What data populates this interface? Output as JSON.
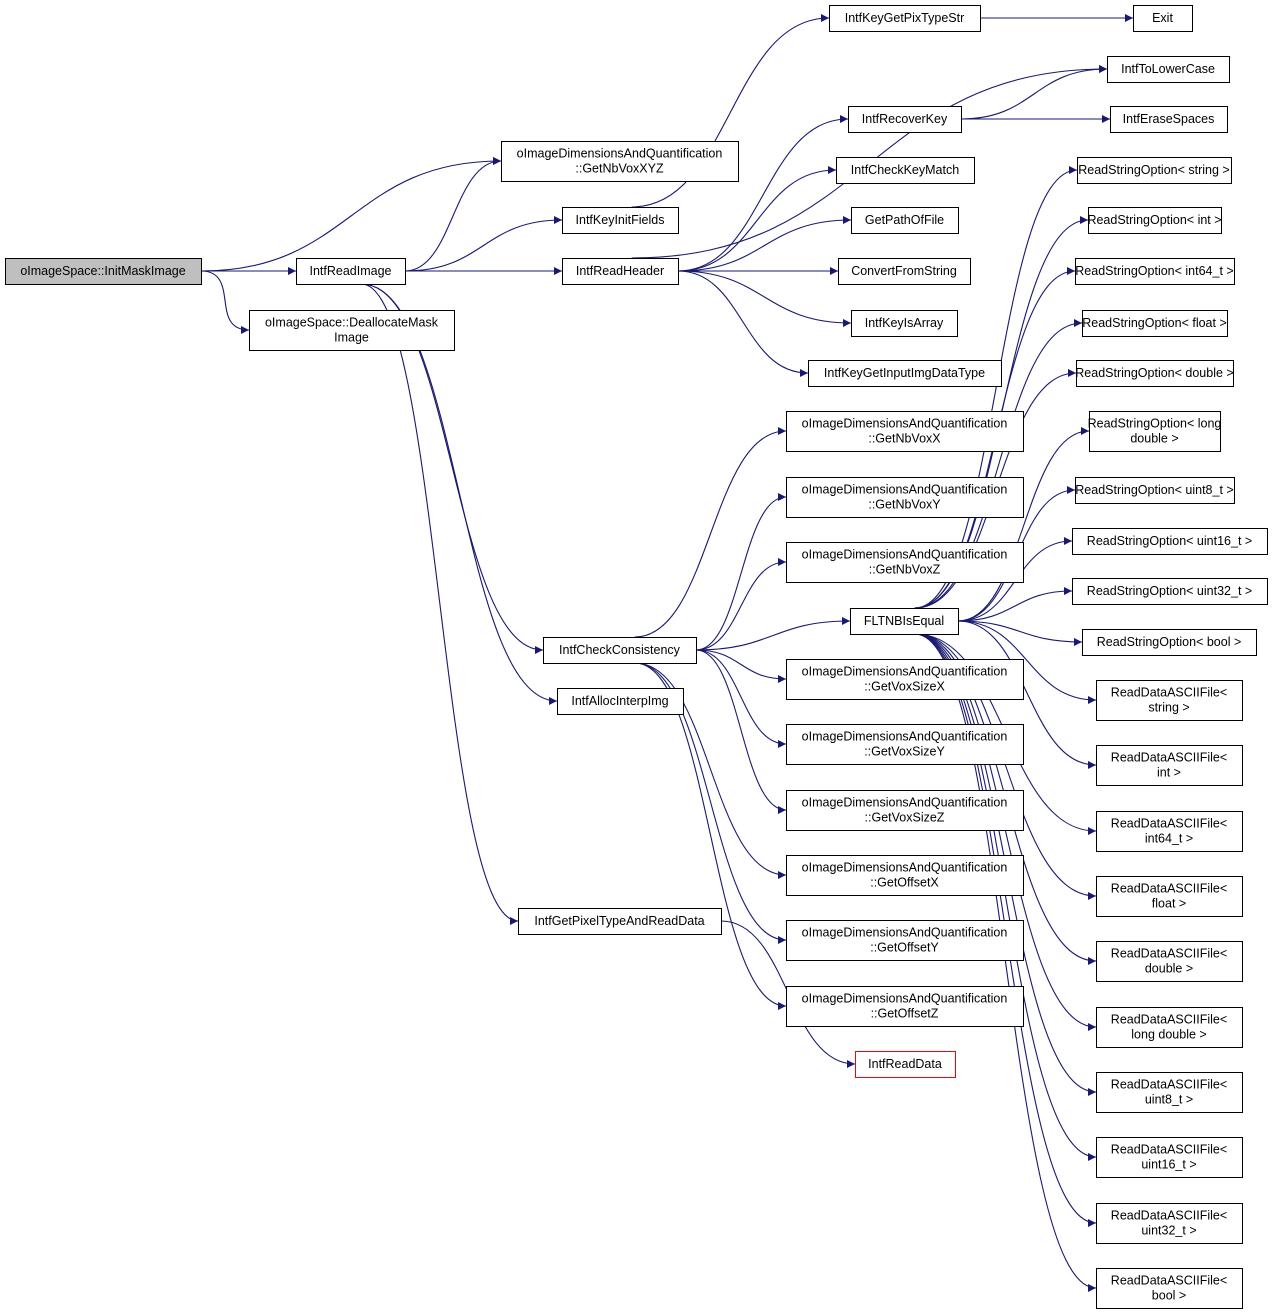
{
  "colors": {
    "edge": "#191970",
    "node_border": "#000000",
    "node_fill": "#ffffff",
    "root_fill": "#bfbfbf",
    "truncated_border": "#ff0000"
  },
  "nodes": [
    {
      "id": "initmask",
      "lines": [
        "oImageSpace::InitMaskImage"
      ],
      "style": "root"
    },
    {
      "id": "dealloc",
      "lines": [
        "oImageSpace::DeallocateMask",
        "Image"
      ]
    },
    {
      "id": "readimage",
      "lines": [
        "IntfReadImage"
      ]
    },
    {
      "id": "getnbvoxxyz",
      "lines": [
        "oImageDimensionsAndQuantification",
        "::GetNbVoxXYZ"
      ]
    },
    {
      "id": "keyinitfields",
      "lines": [
        "IntfKeyInitFields"
      ]
    },
    {
      "id": "readheader",
      "lines": [
        "IntfReadHeader"
      ]
    },
    {
      "id": "checkconsistency",
      "lines": [
        "IntfCheckConsistency"
      ]
    },
    {
      "id": "allocinterp",
      "lines": [
        "IntfAllocInterpImg"
      ]
    },
    {
      "id": "getpixeltype",
      "lines": [
        "IntfGetPixelTypeAndReadData"
      ]
    },
    {
      "id": "readdata",
      "lines": [
        "IntfReadData"
      ],
      "style": "truncated"
    },
    {
      "id": "keygetpixtype",
      "lines": [
        "IntfKeyGetPixTypeStr"
      ]
    },
    {
      "id": "exit",
      "lines": [
        "Exit"
      ]
    },
    {
      "id": "tolowercase",
      "lines": [
        "IntfToLowerCase"
      ]
    },
    {
      "id": "recoverkey",
      "lines": [
        "IntfRecoverKey"
      ]
    },
    {
      "id": "erasespaces",
      "lines": [
        "IntfEraseSpaces"
      ]
    },
    {
      "id": "checkkeymatch",
      "lines": [
        "IntfCheckKeyMatch"
      ]
    },
    {
      "id": "getpathoffile",
      "lines": [
        "GetPathOfFile"
      ]
    },
    {
      "id": "convertfromstring",
      "lines": [
        "ConvertFromString"
      ]
    },
    {
      "id": "keyisarray",
      "lines": [
        "IntfKeyIsArray"
      ]
    },
    {
      "id": "keygetinputimg",
      "lines": [
        "IntfKeyGetInputImgDataType"
      ]
    },
    {
      "id": "getnbvoxx",
      "lines": [
        "oImageDimensionsAndQuantification",
        "::GetNbVoxX"
      ]
    },
    {
      "id": "getnbvoxy",
      "lines": [
        "oImageDimensionsAndQuantification",
        "::GetNbVoxY"
      ]
    },
    {
      "id": "getnbvoxz",
      "lines": [
        "oImageDimensionsAndQuantification",
        "::GetNbVoxZ"
      ]
    },
    {
      "id": "fltnbisequal",
      "lines": [
        "FLTNBIsEqual"
      ]
    },
    {
      "id": "getvoxsizex",
      "lines": [
        "oImageDimensionsAndQuantification",
        "::GetVoxSizeX"
      ]
    },
    {
      "id": "getvoxsizey",
      "lines": [
        "oImageDimensionsAndQuantification",
        "::GetVoxSizeY"
      ]
    },
    {
      "id": "getvoxsizez",
      "lines": [
        "oImageDimensionsAndQuantification",
        "::GetVoxSizeZ"
      ]
    },
    {
      "id": "getoffsetx",
      "lines": [
        "oImageDimensionsAndQuantification",
        "::GetOffsetX"
      ]
    },
    {
      "id": "getoffsety",
      "lines": [
        "oImageDimensionsAndQuantification",
        "::GetOffsetY"
      ]
    },
    {
      "id": "getoffsetz",
      "lines": [
        "oImageDimensionsAndQuantification",
        "::GetOffsetZ"
      ]
    },
    {
      "id": "rso_string",
      "lines": [
        "ReadStringOption< string >"
      ]
    },
    {
      "id": "rso_int",
      "lines": [
        "ReadStringOption< int >"
      ]
    },
    {
      "id": "rso_int64",
      "lines": [
        "ReadStringOption< int64_t >"
      ]
    },
    {
      "id": "rso_float",
      "lines": [
        "ReadStringOption< float >"
      ]
    },
    {
      "id": "rso_double",
      "lines": [
        "ReadStringOption< double >"
      ]
    },
    {
      "id": "rso_longdouble",
      "lines": [
        "ReadStringOption< long",
        "double >"
      ]
    },
    {
      "id": "rso_uint8",
      "lines": [
        "ReadStringOption< uint8_t >"
      ]
    },
    {
      "id": "rso_uint16",
      "lines": [
        "ReadStringOption< uint16_t >"
      ]
    },
    {
      "id": "rso_uint32",
      "lines": [
        "ReadStringOption< uint32_t >"
      ]
    },
    {
      "id": "rso_bool",
      "lines": [
        "ReadStringOption< bool >"
      ]
    },
    {
      "id": "rda_string",
      "lines": [
        "ReadDataASCIIFile<",
        "string >"
      ]
    },
    {
      "id": "rda_int",
      "lines": [
        "ReadDataASCIIFile<",
        "int >"
      ]
    },
    {
      "id": "rda_int64",
      "lines": [
        "ReadDataASCIIFile<",
        "int64_t >"
      ]
    },
    {
      "id": "rda_float",
      "lines": [
        "ReadDataASCIIFile<",
        "float >"
      ]
    },
    {
      "id": "rda_double",
      "lines": [
        "ReadDataASCIIFile<",
        "double >"
      ]
    },
    {
      "id": "rda_longdouble",
      "lines": [
        "ReadDataASCIIFile<",
        "long double >"
      ]
    },
    {
      "id": "rda_uint8",
      "lines": [
        "ReadDataASCIIFile<",
        "uint8_t >"
      ]
    },
    {
      "id": "rda_uint16",
      "lines": [
        "ReadDataASCIIFile<",
        "uint16_t >"
      ]
    },
    {
      "id": "rda_uint32",
      "lines": [
        "ReadDataASCIIFile<",
        "uint32_t >"
      ]
    },
    {
      "id": "rda_bool",
      "lines": [
        "ReadDataASCIIFile<",
        "bool >"
      ]
    }
  ],
  "edges": [
    [
      "initmask",
      "getnbvoxxyz"
    ],
    [
      "initmask",
      "readimage"
    ],
    [
      "initmask",
      "dealloc"
    ],
    [
      "readimage",
      "getnbvoxxyz"
    ],
    [
      "readimage",
      "keyinitfields"
    ],
    [
      "readimage",
      "readheader"
    ],
    [
      "readimage",
      "checkconsistency"
    ],
    [
      "readimage",
      "allocinterp"
    ],
    [
      "readimage",
      "getpixeltype"
    ],
    [
      "keyinitfields",
      "keygetpixtype"
    ],
    [
      "keygetpixtype",
      "exit"
    ],
    [
      "readheader",
      "tolowercase"
    ],
    [
      "readheader",
      "recoverkey"
    ],
    [
      "readheader",
      "checkkeymatch"
    ],
    [
      "readheader",
      "getpathoffile"
    ],
    [
      "readheader",
      "convertfromstring"
    ],
    [
      "readheader",
      "keyisarray"
    ],
    [
      "readheader",
      "keygetinputimg"
    ],
    [
      "recoverkey",
      "tolowercase"
    ],
    [
      "recoverkey",
      "erasespaces"
    ],
    [
      "checkconsistency",
      "getnbvoxx"
    ],
    [
      "checkconsistency",
      "getnbvoxy"
    ],
    [
      "checkconsistency",
      "getnbvoxz"
    ],
    [
      "checkconsistency",
      "fltnbisequal"
    ],
    [
      "checkconsistency",
      "getvoxsizex"
    ],
    [
      "checkconsistency",
      "getvoxsizey"
    ],
    [
      "checkconsistency",
      "getvoxsizez"
    ],
    [
      "checkconsistency",
      "getoffsetx"
    ],
    [
      "checkconsistency",
      "getoffsety"
    ],
    [
      "checkconsistency",
      "getoffsetz"
    ],
    [
      "getpixeltype",
      "readdata"
    ],
    [
      "fltnbisequal",
      "rso_string"
    ],
    [
      "fltnbisequal",
      "rso_int"
    ],
    [
      "fltnbisequal",
      "rso_int64"
    ],
    [
      "fltnbisequal",
      "rso_float"
    ],
    [
      "fltnbisequal",
      "rso_double"
    ],
    [
      "fltnbisequal",
      "rso_longdouble"
    ],
    [
      "fltnbisequal",
      "rso_uint8"
    ],
    [
      "fltnbisequal",
      "rso_uint16"
    ],
    [
      "fltnbisequal",
      "rso_uint32"
    ],
    [
      "fltnbisequal",
      "rso_bool"
    ],
    [
      "fltnbisequal",
      "rda_string"
    ],
    [
      "fltnbisequal",
      "rda_int"
    ],
    [
      "fltnbisequal",
      "rda_int64"
    ],
    [
      "fltnbisequal",
      "rda_float"
    ],
    [
      "fltnbisequal",
      "rda_double"
    ],
    [
      "fltnbisequal",
      "rda_longdouble"
    ],
    [
      "fltnbisequal",
      "rda_uint8"
    ],
    [
      "fltnbisequal",
      "rda_uint16"
    ],
    [
      "fltnbisequal",
      "rda_uint32"
    ],
    [
      "fltnbisequal",
      "rda_bool"
    ]
  ]
}
